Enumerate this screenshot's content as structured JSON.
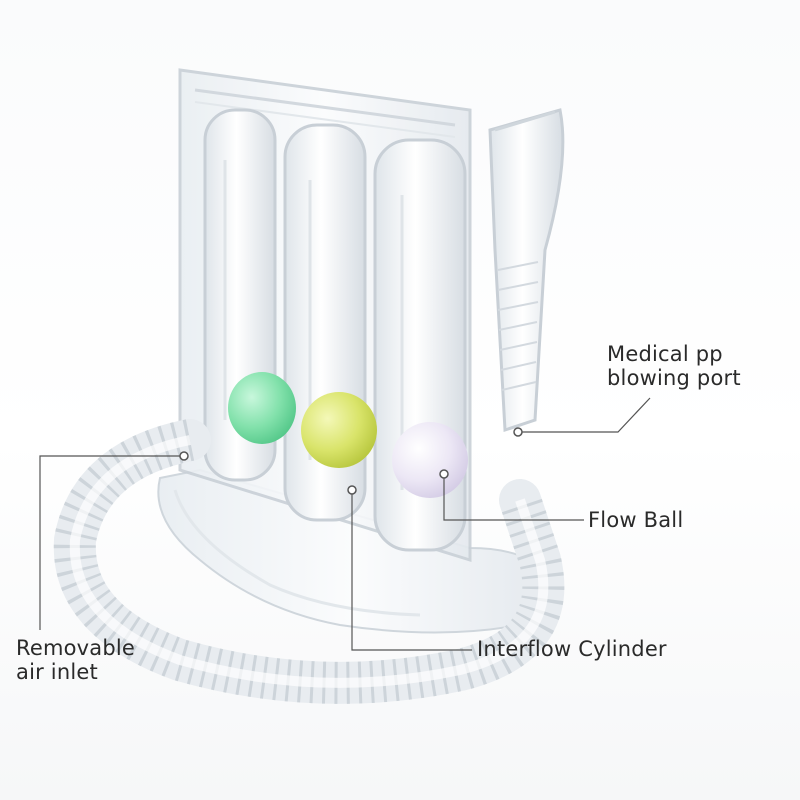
{
  "image": {
    "subject": "three-ball incentive spirometer"
  },
  "labels": {
    "medical_port": {
      "line1": "Medical pp",
      "line2": "blowing port"
    },
    "flow_ball": "Flow Ball",
    "interflow_cylinder": "Interflow Cylinder",
    "removable_inlet": {
      "line1": "Removable",
      "line2": "air inlet"
    }
  },
  "colors": {
    "ball_green": "#7fe0a8",
    "ball_yellow": "#d9e46a",
    "ball_lavender": "#e8e2f2",
    "leader_line": "#555555"
  }
}
